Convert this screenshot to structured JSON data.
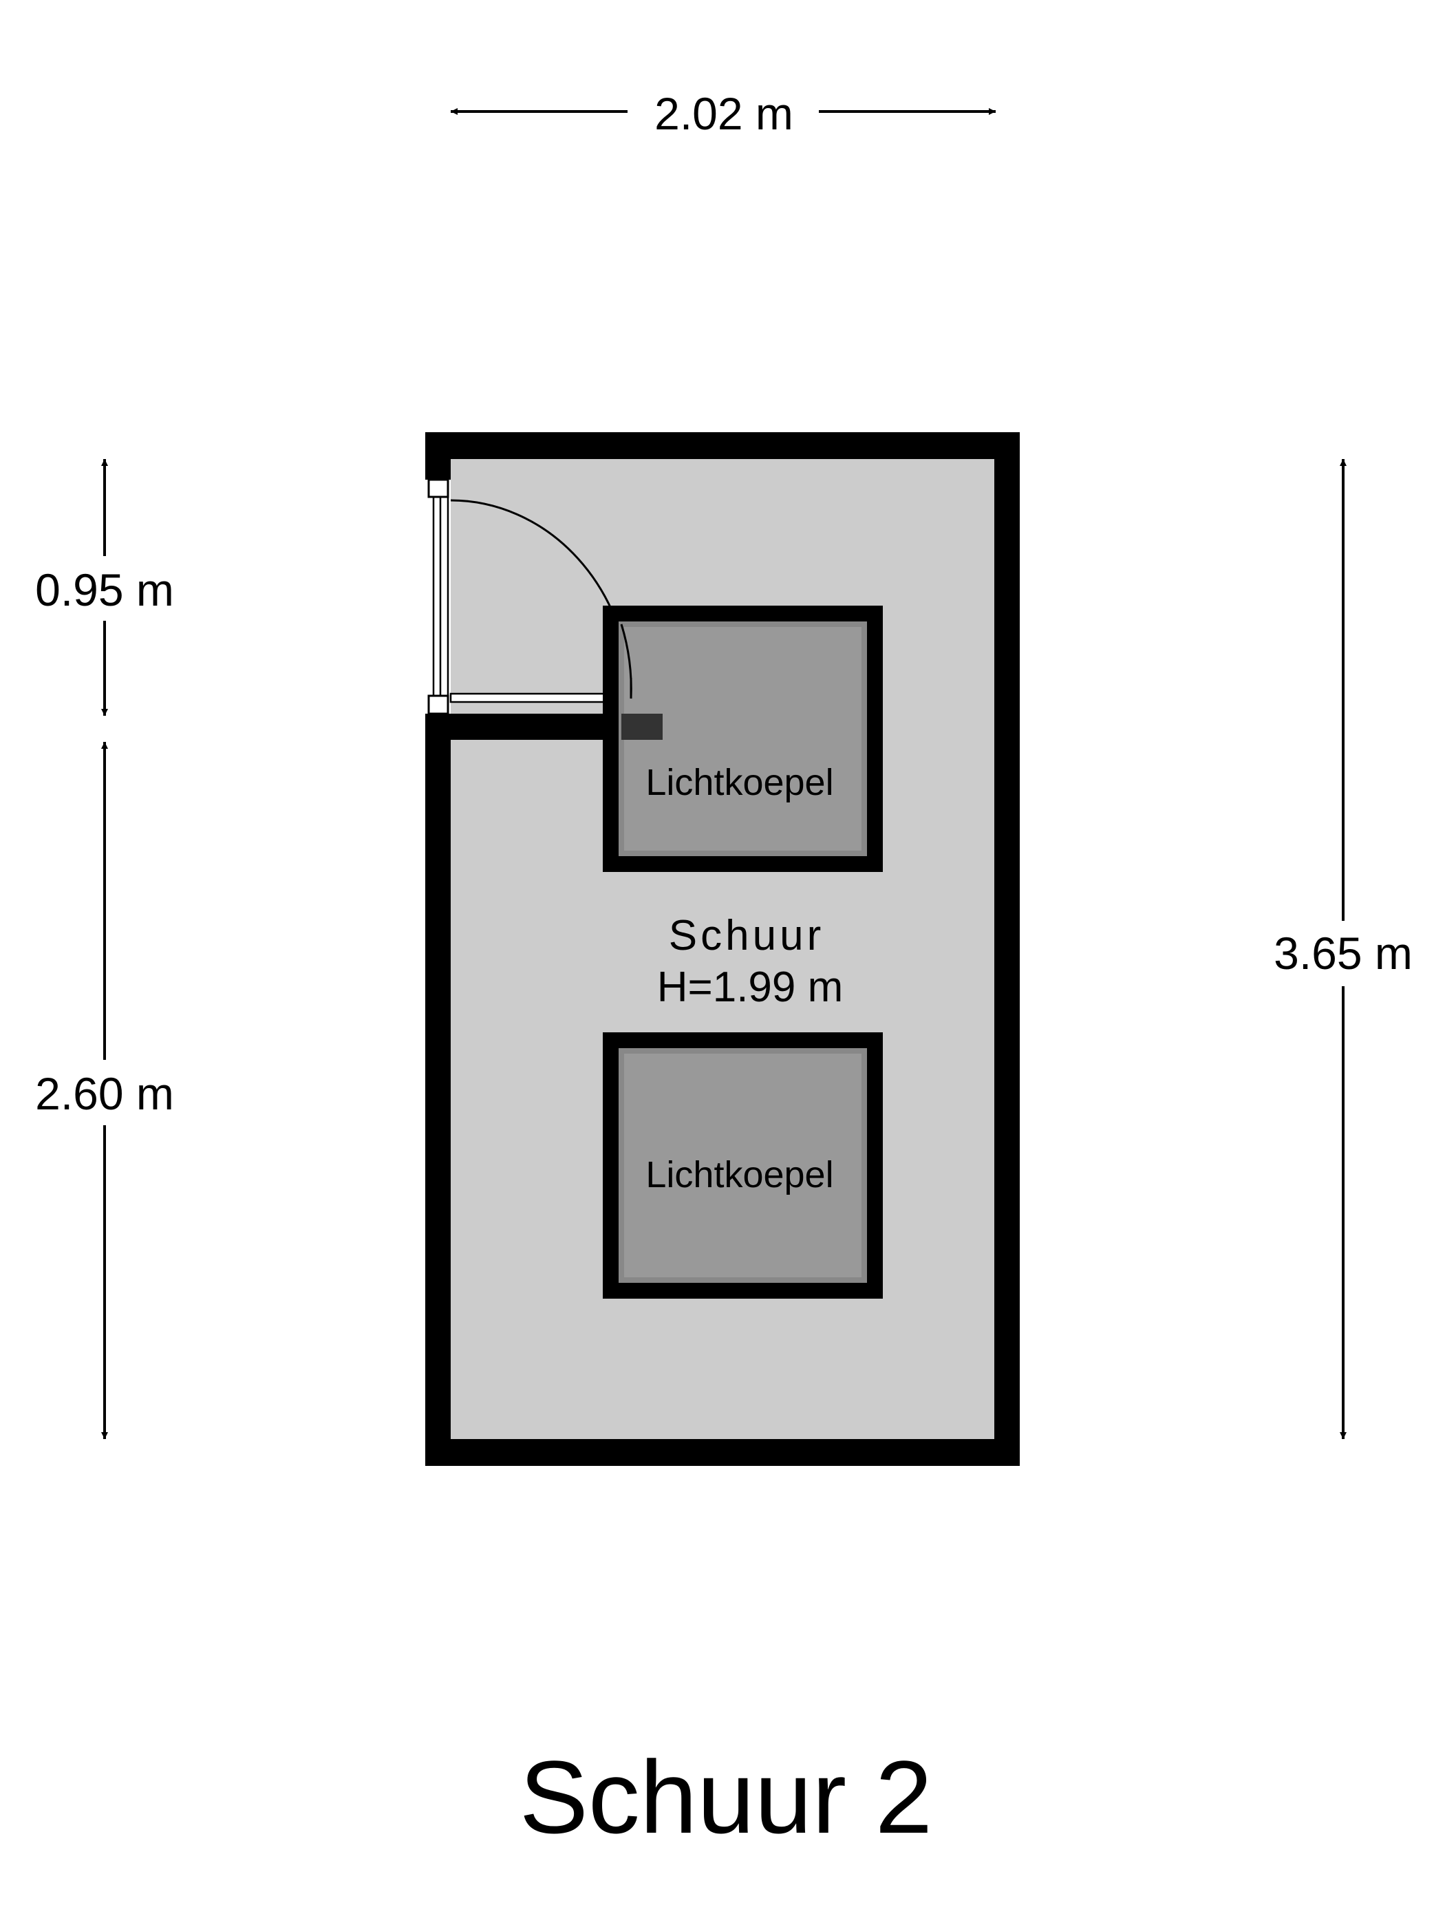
{
  "title": "Schuur 2",
  "room": {
    "name": "Schuur",
    "height_label": "H=1.99 m"
  },
  "skylights": [
    {
      "label": "Lichtkoepel"
    },
    {
      "label": "Lichtkoepel"
    }
  ],
  "dimensions": {
    "width_top": "2.02 m",
    "left_upper": "0.95 m",
    "left_lower": "2.60 m",
    "right_total": "3.65 m"
  },
  "colors": {
    "wall": "#000000",
    "floor": "#cccccc",
    "skylight_fill": "#999999",
    "skylight_inner_border": "#888888"
  }
}
